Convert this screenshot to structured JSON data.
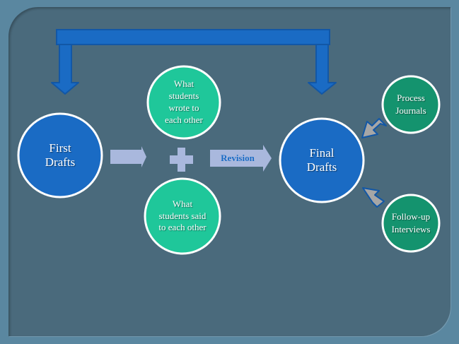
{
  "diagram": {
    "nodes": {
      "first_drafts": "First Drafts",
      "wrote": "What students wrote to each other",
      "said": "What students said to each other",
      "final_drafts": "Final Drafts",
      "process_journals": "Process Journals",
      "follow_up": "Follow-up Interviews"
    },
    "first_drafts_lines": [
      "First",
      "Drafts"
    ],
    "wrote_lines": [
      "What",
      "students",
      "wrote to",
      "each other"
    ],
    "said_lines": [
      "What",
      "students said",
      "to each other"
    ],
    "final_drafts_lines": [
      "Final",
      "Drafts"
    ],
    "process_journals_lines": [
      "Process",
      "Journals"
    ],
    "follow_up_lines": [
      "Follow-up",
      "Interviews"
    ],
    "revision_label": "Revision",
    "plus_symbol": "plus-icon",
    "colors": {
      "background": "#5a87a0",
      "panel": "#4a6a7c",
      "blue_node": "#1a6bc4",
      "teal_node": "#1fc79a",
      "green_node": "#14936e",
      "light_arrow": "#a9b8dd",
      "gray_arrow": "#a6a6a6",
      "bracket": "#1a6bc4"
    }
  }
}
